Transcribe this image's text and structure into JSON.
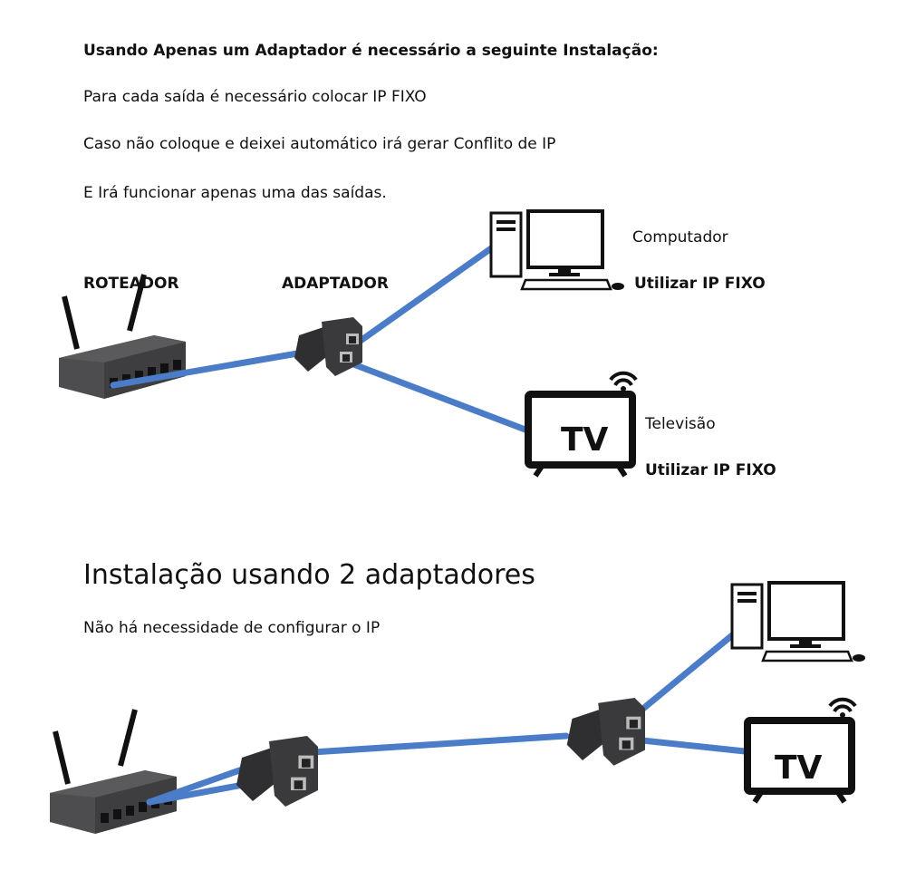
{
  "section1": {
    "title": "Usando Apenas um Adaptador é necessário a seguinte Instalação:",
    "lines": [
      "Para cada saída é necessário colocar IP FIXO",
      "Caso não coloque e deixei automático irá gerar Conflito de IP",
      "E Irá funcionar apenas uma das saídas."
    ],
    "router_label": "ROTEADOR",
    "adapter_label": "ADAPTADOR",
    "computer_label": "Computador",
    "computer_note": "Utilizar IP FIXO",
    "tv_label": "Televisão",
    "tv_note": "Utilizar IP FIXO",
    "tv_screen_text": "TV"
  },
  "section2": {
    "title": "Instalação usando 2 adaptadores",
    "subtitle": "Não há necessidade de configurar o IP",
    "tv_screen_text": "TV"
  },
  "colors": {
    "cable": "#4a7cc8",
    "device": "#3a3a3c"
  }
}
